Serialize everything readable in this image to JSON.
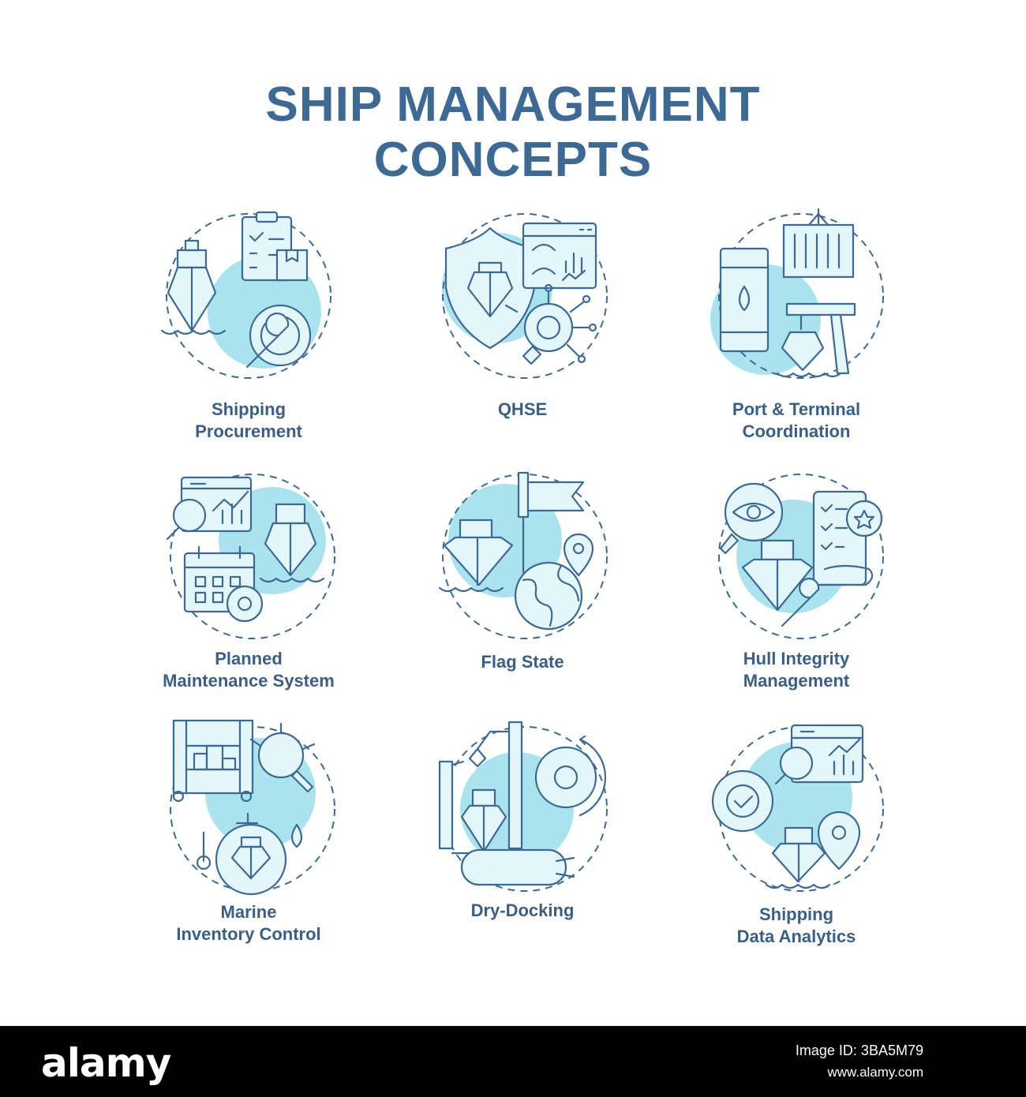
{
  "title": {
    "line1": "SHIP MANAGEMENT",
    "line2": "CONCEPTS"
  },
  "colors": {
    "title": "#3d6a94",
    "accent": "#a9e3ee",
    "line": "#3d6a94",
    "footer": "#000000"
  },
  "concepts": [
    {
      "line1": "Shipping",
      "line2": "Procurement",
      "icon": "ship-clipboard-wrench-icon"
    },
    {
      "line1": "QHSE",
      "line2": "",
      "icon": "shield-ship-dashboard-icon"
    },
    {
      "line1": "Port & Terminal",
      "line2": "Coordination",
      "icon": "container-crane-barrel-icon"
    },
    {
      "line1": "Planned",
      "line2": "Maintenance System",
      "icon": "calendar-chart-ship-icon"
    },
    {
      "line1": "Flag State",
      "line2": "",
      "icon": "flag-globe-ship-icon"
    },
    {
      "line1": "Hull Integrity",
      "line2": "Management",
      "icon": "magnifier-eye-ship-icon"
    },
    {
      "line1": "Marine",
      "line2": "Inventory Control",
      "icon": "shelf-gear-ship-icon"
    },
    {
      "line1": "Dry-Docking",
      "line2": "",
      "icon": "dock-gear-wrench-icon"
    },
    {
      "line1": "Shipping",
      "line2": "Data Analytics",
      "icon": "gear-check-ship-location-icon"
    }
  ],
  "footer": {
    "logo": "alamy",
    "image_id": "Image ID: 3BA5M79",
    "url": "www.alamy.com"
  }
}
